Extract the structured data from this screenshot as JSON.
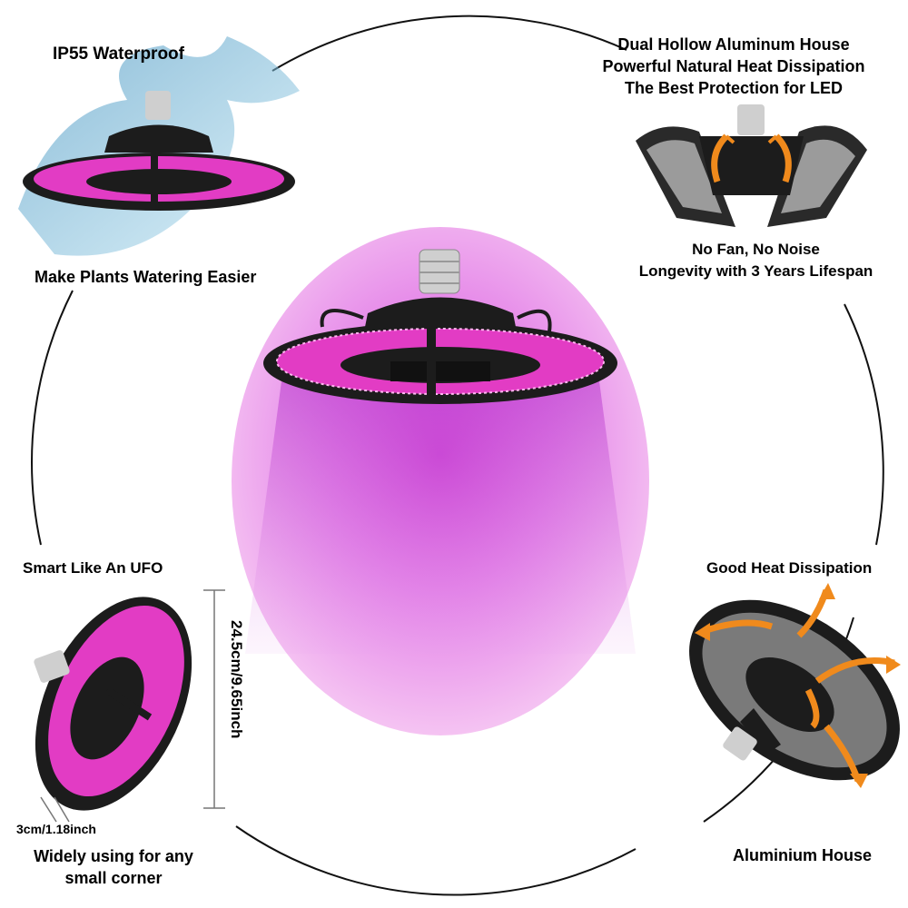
{
  "top_left": {
    "title": "IP55 Waterproof",
    "caption": "Make Plants Watering Easier"
  },
  "top_right": {
    "lines": [
      "Dual Hollow Aluminum House",
      "Powerful Natural Heat Dissipation",
      "The Best Protection for LED"
    ],
    "caption_lines": [
      "No Fan, No Noise",
      "Longevity with 3 Years Lifespan"
    ]
  },
  "bottom_left": {
    "title": "Smart Like An UFO",
    "height_dim": "24.5cm/9.65inch",
    "thickness_dim": "3cm/1.18inch",
    "caption_lines": [
      "Widely using for any",
      "small corner"
    ]
  },
  "bottom_right": {
    "title": "Good Heat Dissipation",
    "caption": "Aluminium House"
  },
  "colors": {
    "glow_pink": "#f4a8f0",
    "glow_magenta": "#c23cd6",
    "led_pink": "#e23cc4",
    "lamp_body": "#1c1c1c",
    "arrow_orange": "#f08a1c",
    "water_blue": "#6fb6d8"
  }
}
